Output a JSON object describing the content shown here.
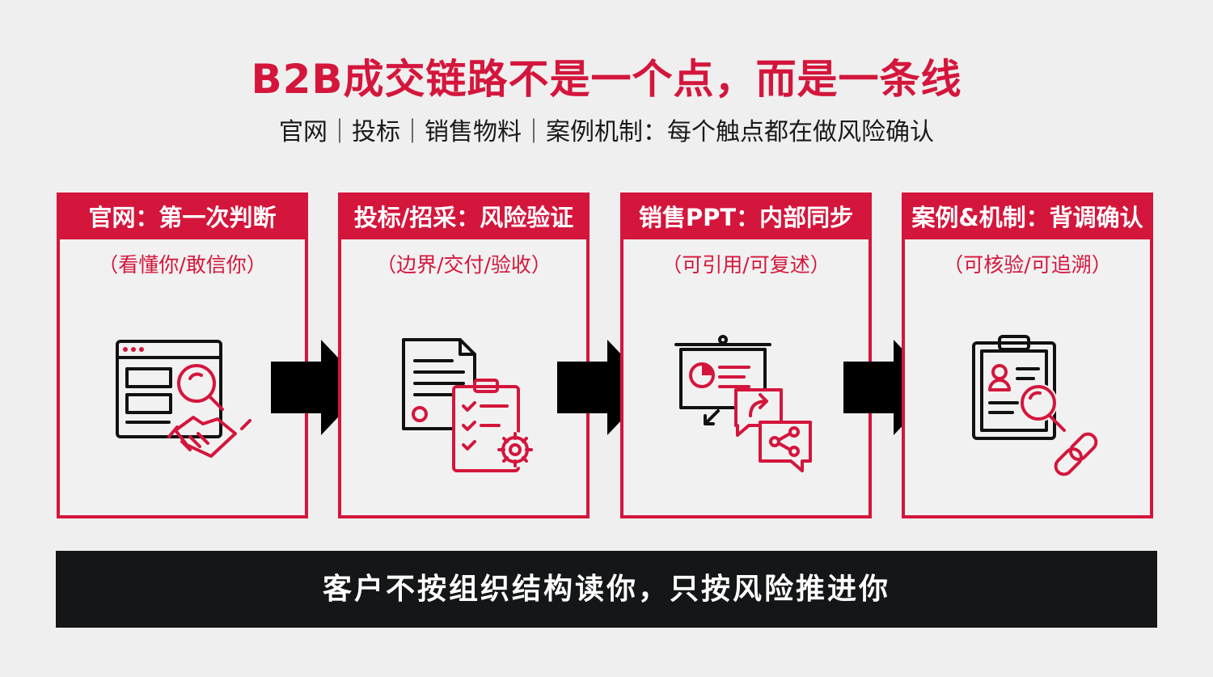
{
  "header": {
    "title": "B2B成交链路不是一个点，而是一条线",
    "subtitle": "官网｜投标｜销售物料｜案例机制：每个触点都在做风险确认"
  },
  "stages": [
    {
      "title": "官网：第一次判断",
      "note": "（看懂你/敢信你）",
      "icon": "website-search-handshake-icon"
    },
    {
      "title": "投标/招采：风险验证",
      "note": "（边界/交付/验收）",
      "icon": "document-checklist-gear-icon"
    },
    {
      "title": "销售PPT：内部同步",
      "note": "（可引用/可复述）",
      "icon": "presentation-share-icon"
    },
    {
      "title": "案例&机制：背调确认",
      "note": "（可核验/可追溯）",
      "icon": "clipboard-search-link-icon"
    }
  ],
  "footer": {
    "text": "客户不按组织结构读你，只按风险推进你"
  },
  "colors": {
    "accent": "#d4163c",
    "dark": "#141618",
    "background": "#efefef"
  }
}
